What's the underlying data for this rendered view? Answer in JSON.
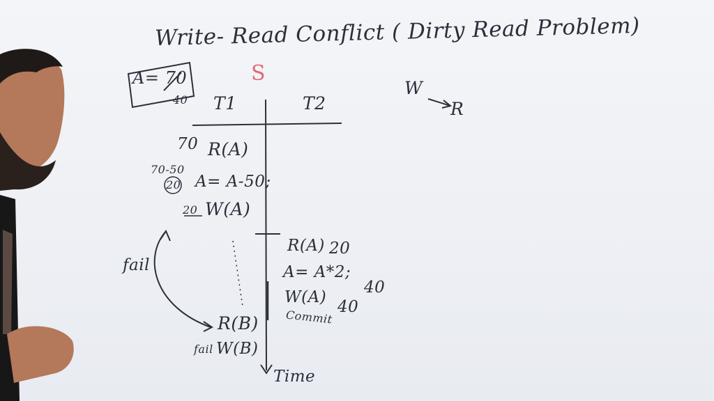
{
  "board": {
    "title": "Write- Read Conflict ( Dirty Read Problem)",
    "schedule_label": "S",
    "initial_value": {
      "text": "A= 70",
      "corrected": "40"
    },
    "relation": {
      "from": "W",
      "to": "R"
    },
    "columns": [
      "T1",
      "T2"
    ],
    "t1_ops": [
      {
        "prefix": "70",
        "op": "R(A)"
      },
      {
        "prefix": "70-50",
        "prefix2": "20",
        "op": "A= A-50;"
      },
      {
        "prefix": "20",
        "op": "W(A)"
      },
      {
        "prefix": "",
        "op": "R(B)"
      },
      {
        "prefix": "fail",
        "op": "W(B)"
      }
    ],
    "t2_ops": [
      {
        "op": "R(A)",
        "value": "20"
      },
      {
        "op": "A= A*2;",
        "value": "40"
      },
      {
        "op": "W(A)",
        "value": "40"
      },
      {
        "op": "Commit",
        "value": ""
      }
    ],
    "fail_label": "fail",
    "time_label": "Time"
  },
  "colors": {
    "marker": "#2b2f3a",
    "red_marker": "#e06a78",
    "board": "#f1f2f6",
    "skin": "#b4785a",
    "hair": "#1f1a17"
  }
}
